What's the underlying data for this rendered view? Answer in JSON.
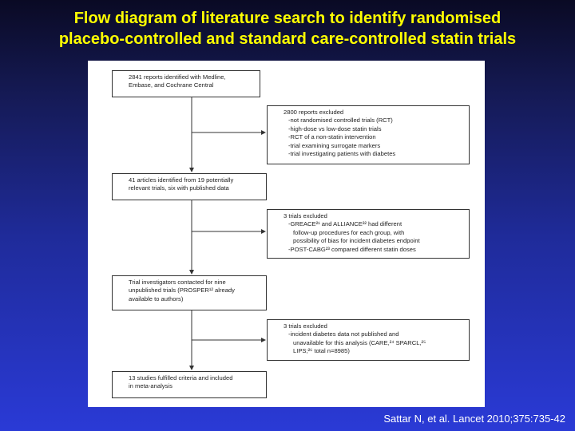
{
  "title": {
    "line1": "Flow diagram of literature search to identify randomised",
    "line2": "placebo-controlled and standard care-controlled statin trials"
  },
  "boxes": {
    "identified": [
      "2841 reports identified with Medline,",
      "Embase, and Cochrane Central"
    ],
    "excluded1": [
      "2800 reports excluded",
      "-not randomised controlled trials (RCT)",
      "-high-dose vs low-dose statin trials",
      "-RCT of a non-statin intervention",
      "-trial examining surrogate markers",
      "-trial investigating patients with diabetes"
    ],
    "articles": [
      "41 articles identified from 19 potentially",
      "relevant trials, six with published data"
    ],
    "excluded2": [
      "3 trials excluded",
      "-GREACE²¹ and ALLIANCE²² had different",
      " follow-up procedures for each group, with",
      " possibility of bias for incident diabetes endpoint",
      "-POST-CABG²³ compared different statin doses"
    ],
    "contacted": [
      "Trial investigators contacted for nine",
      "unpublished trials (PROSPER¹² already",
      "available to authors)"
    ],
    "excluded3": [
      "3 trials excluded",
      "-incident diabetes data not published and",
      " unavailable for this analysis (CARE,²⁴ SPARCL,²⁵",
      " LIPS;²⁶ total n=8985)"
    ],
    "final": [
      "13 studies fulfilled criteria and included",
      "in meta-analysis"
    ]
  },
  "citation": "Sattar N, et al. Lancet 2010;375:735-42"
}
